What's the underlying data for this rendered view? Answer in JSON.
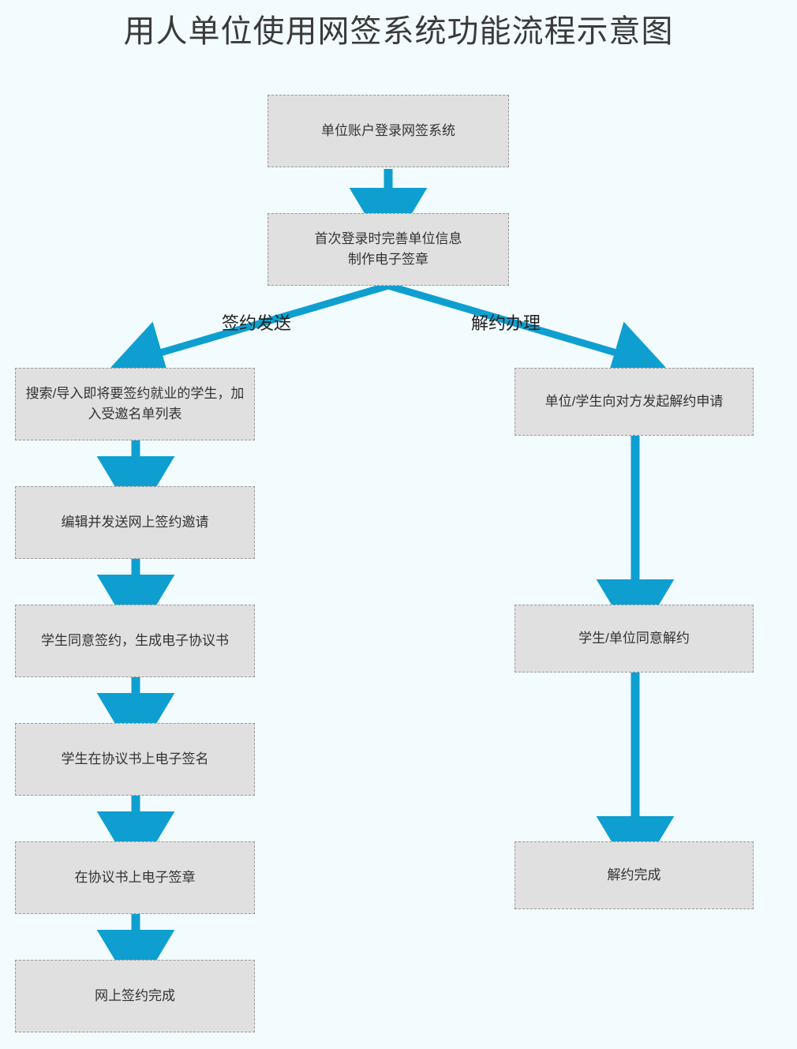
{
  "page": {
    "title": "用人单位使用网签系统功能流程示意图",
    "background_color": "#f2fbfe",
    "arrow_color": "#0e9fd0",
    "node_fill": "#e0e0e0",
    "node_border": "#9a9a9a",
    "text_color": "#333333"
  },
  "nodes": {
    "login": "单位账户登录网签系统",
    "profile": "首次登录时完善单位信息\n制作电子签章",
    "sign_search": "搜索/导入即将要签约就业的学生，加入受邀名单列表",
    "sign_invite": "编辑并发送网上签约邀请",
    "sign_agree": "学生同意签约，生成电子协议书",
    "sign_student_sign": "学生在协议书上电子签名",
    "sign_seal": "在协议书上电子签章",
    "sign_done": "网上签约完成",
    "terminate_apply": "单位/学生向对方发起解约申请",
    "terminate_agree": "学生/单位同意解约",
    "terminate_done": "解约完成"
  },
  "branch_labels": {
    "left": "签约发送",
    "right": "解约办理"
  }
}
